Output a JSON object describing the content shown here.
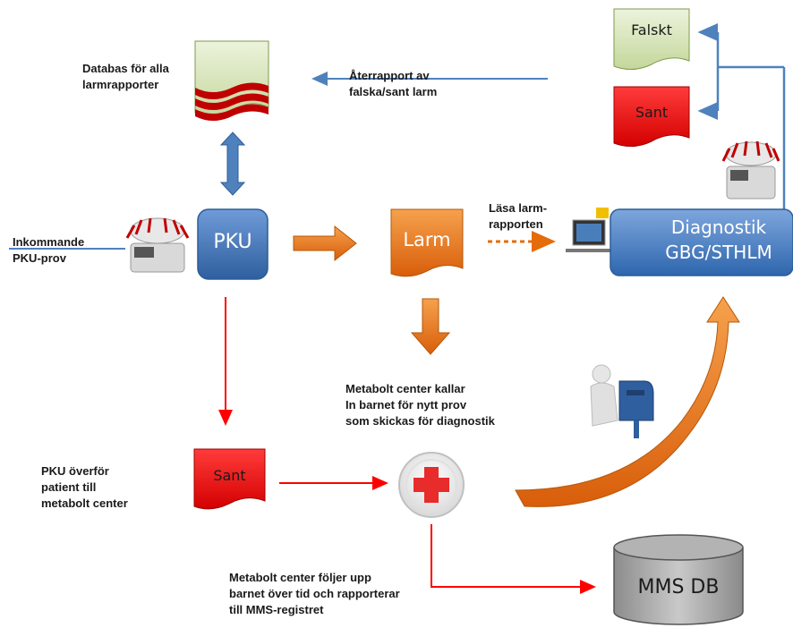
{
  "labels": {
    "database": "Databas för alla\nlarmrapporter",
    "feedback": "Återrapport av\nfalska/sant larm",
    "incoming": "Inkommande\nPKU-prov",
    "read_report": "Läsa larm-\nrapporten",
    "metabolt_calls": "Metabolt center kallar\nIn barnet för nytt prov\nsom skickas för diagnostik",
    "pku_transfer": "PKU överför\npatient till\nmetabolt center",
    "followup": "Metabolt center följer upp\nbarnet över tid och rapporterar\ntill MMS-registret"
  },
  "nodes": {
    "pku": "PKU",
    "larm": "Larm",
    "diagnostik": "Diagnostik\nGBG/STHLM",
    "falskt": "Falskt",
    "sant_top": "Sant",
    "sant_bottom": "Sant",
    "mms_db": "MMS DB"
  },
  "colors": {
    "blue_box": "#4a7ebb",
    "orange": "#e46c0a",
    "red": "#ff0000",
    "green_doc": "#d7e4bd",
    "arrow_blue": "#4f81bd"
  }
}
